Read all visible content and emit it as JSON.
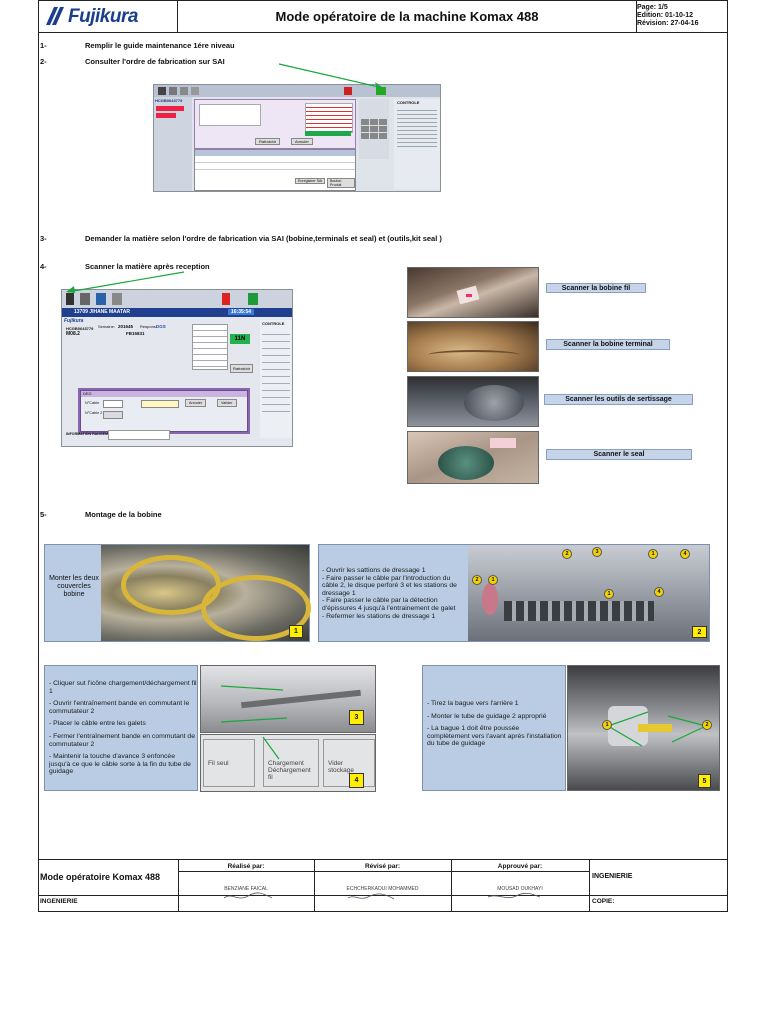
{
  "header": {
    "logo_text": "Fujikura",
    "title": "Mode opératoire de la machine Komax 488",
    "page": "Page: 1/5",
    "edition": "Edition: 01-10-12",
    "revision": "Révision:  27-04-16"
  },
  "steps": [
    {
      "num": "1-",
      "text": "Remplir le guide maintenance 1ére niveau"
    },
    {
      "num": "2-",
      "text": "Consulter l'ordre de fabrication sur SAI"
    },
    {
      "num": "3-",
      "text": "Demander la matière selon l'ordre de fabrication via SAI (bobine,terminals et seal) et (outils,kit seal )"
    },
    {
      "num": "4-",
      "text": "Scanner la matière après reception"
    },
    {
      "num": "5-",
      "text": "Montage de la bobine"
    }
  ],
  "sai_screen2": {
    "title": "SAI",
    "top_field": "HCGB0643779",
    "buttons": [
      "Rafraichir",
      "Annuler",
      "Enregistrer SAI",
      "Bouton Produit"
    ],
    "control_header": "CONTROLE"
  },
  "sai_screen4": {
    "order": "13709  JIHANE MAATAR",
    "time": "16:35:54",
    "brand": "Fujikura",
    "id_code": "HCGB0643779",
    "semaine_label": "Semaine:",
    "semaine": "201645",
    "reg_label": "Respons:",
    "reg": "DGS",
    "model": "M08.2",
    "ref": "FB15831",
    "counter": "11N",
    "control_header": "CONTROLE",
    "refresh_btn": "Rafraichir",
    "dialog_title": "DEG",
    "dialog_fields": [
      "N°Cable",
      "N°Cable 2"
    ],
    "dialog_btn_ok": "Valider",
    "dialog_btn_cancel": "Annuler",
    "bottom_label": "INFORMATION RANGEMENT"
  },
  "scan_labels": [
    "Scanner la bobine  fil",
    "Scanner la bobine terminal",
    "Scanner les outils de sertissage",
    "Scanner le seal"
  ],
  "panel1": {
    "text": "Monter les deux couvercles bobine",
    "badge": "1"
  },
  "panel2": {
    "lines": [
      "- Ouvrir les sattions de dressage 1",
      "- Faire passer le câble par l'introduction du câble 2, le disque perforé 3 et les stations de dressage 1",
      "- Faire passer le câble par la détection d'épissures 4 jusqu'à l'entrainement de galet",
      "- Refermer les stations de dressage 1"
    ],
    "badge": "2",
    "markers": [
      "2",
      "3",
      "1",
      "4",
      "2",
      "1",
      "1",
      "4"
    ]
  },
  "panel3": {
    "lines": [
      "- Cliquer sut l'icône chargement/déchargement fil 1",
      "- Ouvrir l'entraînement bande en commutant le commutateur 2",
      "- Placer le câble entre les galets",
      "- Fermer l'entraînement bande en commutant de commutateur 2",
      "- Maintenir la touche d'avance 3 enfoncée jusqu'à ce que le câble sorte à la fin du tube de guidage"
    ],
    "badge_a": "3",
    "badge_b": "4",
    "buttons": [
      "Fil seul",
      "Chargement Déchargement fil",
      "Vider stockage"
    ]
  },
  "panel4": {
    "lines": [
      "- Tirez la bague vers l'arrière 1",
      "- Monter le tube de guidage 2 approprié",
      "- La bague 1 doit être poussée complètement vers l'avant après l'installation du tube de guidage"
    ],
    "badge": "5",
    "markers": [
      "1",
      "2"
    ]
  },
  "footer": {
    "title": "Mode opératoire Komax 488",
    "dept_left": "INGENIERIE",
    "realise_label": "Réalisé par:",
    "realise_name": "BENZIANE FAICAL",
    "revise_label": "Révisé par:",
    "revise_name": "ECHCHERKAOUI MOHAMMED",
    "approuve_label": "Approuvé par:",
    "approuve_name": "MOUSAD OUKHAYI",
    "dept_right": "INGENIERIE",
    "copie": "COPIE:"
  }
}
